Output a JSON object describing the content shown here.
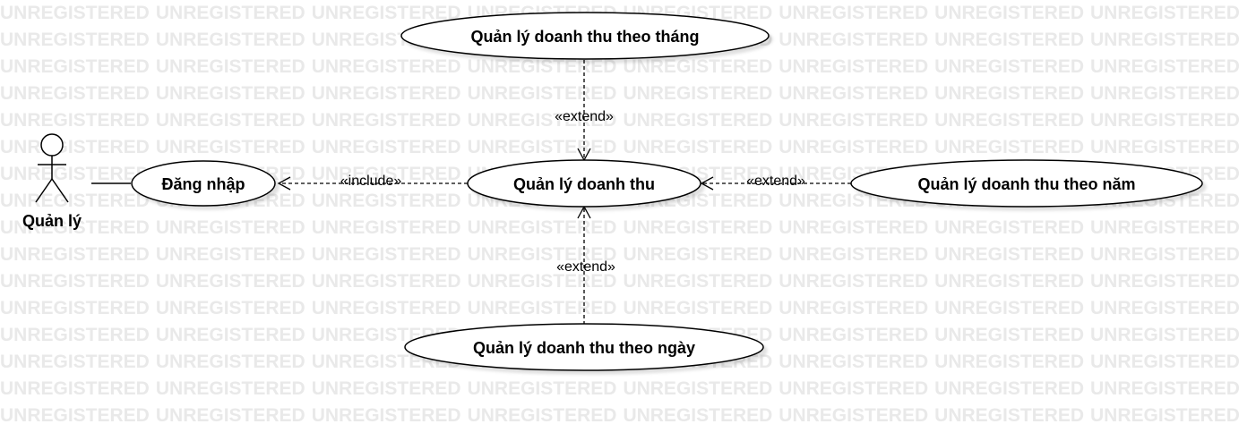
{
  "watermark": "UNREGISTERED",
  "actor": {
    "name": "Quản lý"
  },
  "use_cases": {
    "login": "Đăng nhập",
    "main": "Quản lý doanh thu",
    "month": "Quản lý doanh thu theo tháng",
    "year": "Quản lý doanh thu theo năm",
    "day": "Quản lý doanh thu theo ngày"
  },
  "relations": {
    "include": "«include»",
    "extend_month": "«extend»",
    "extend_year": "«extend»",
    "extend_day": "«extend»"
  }
}
